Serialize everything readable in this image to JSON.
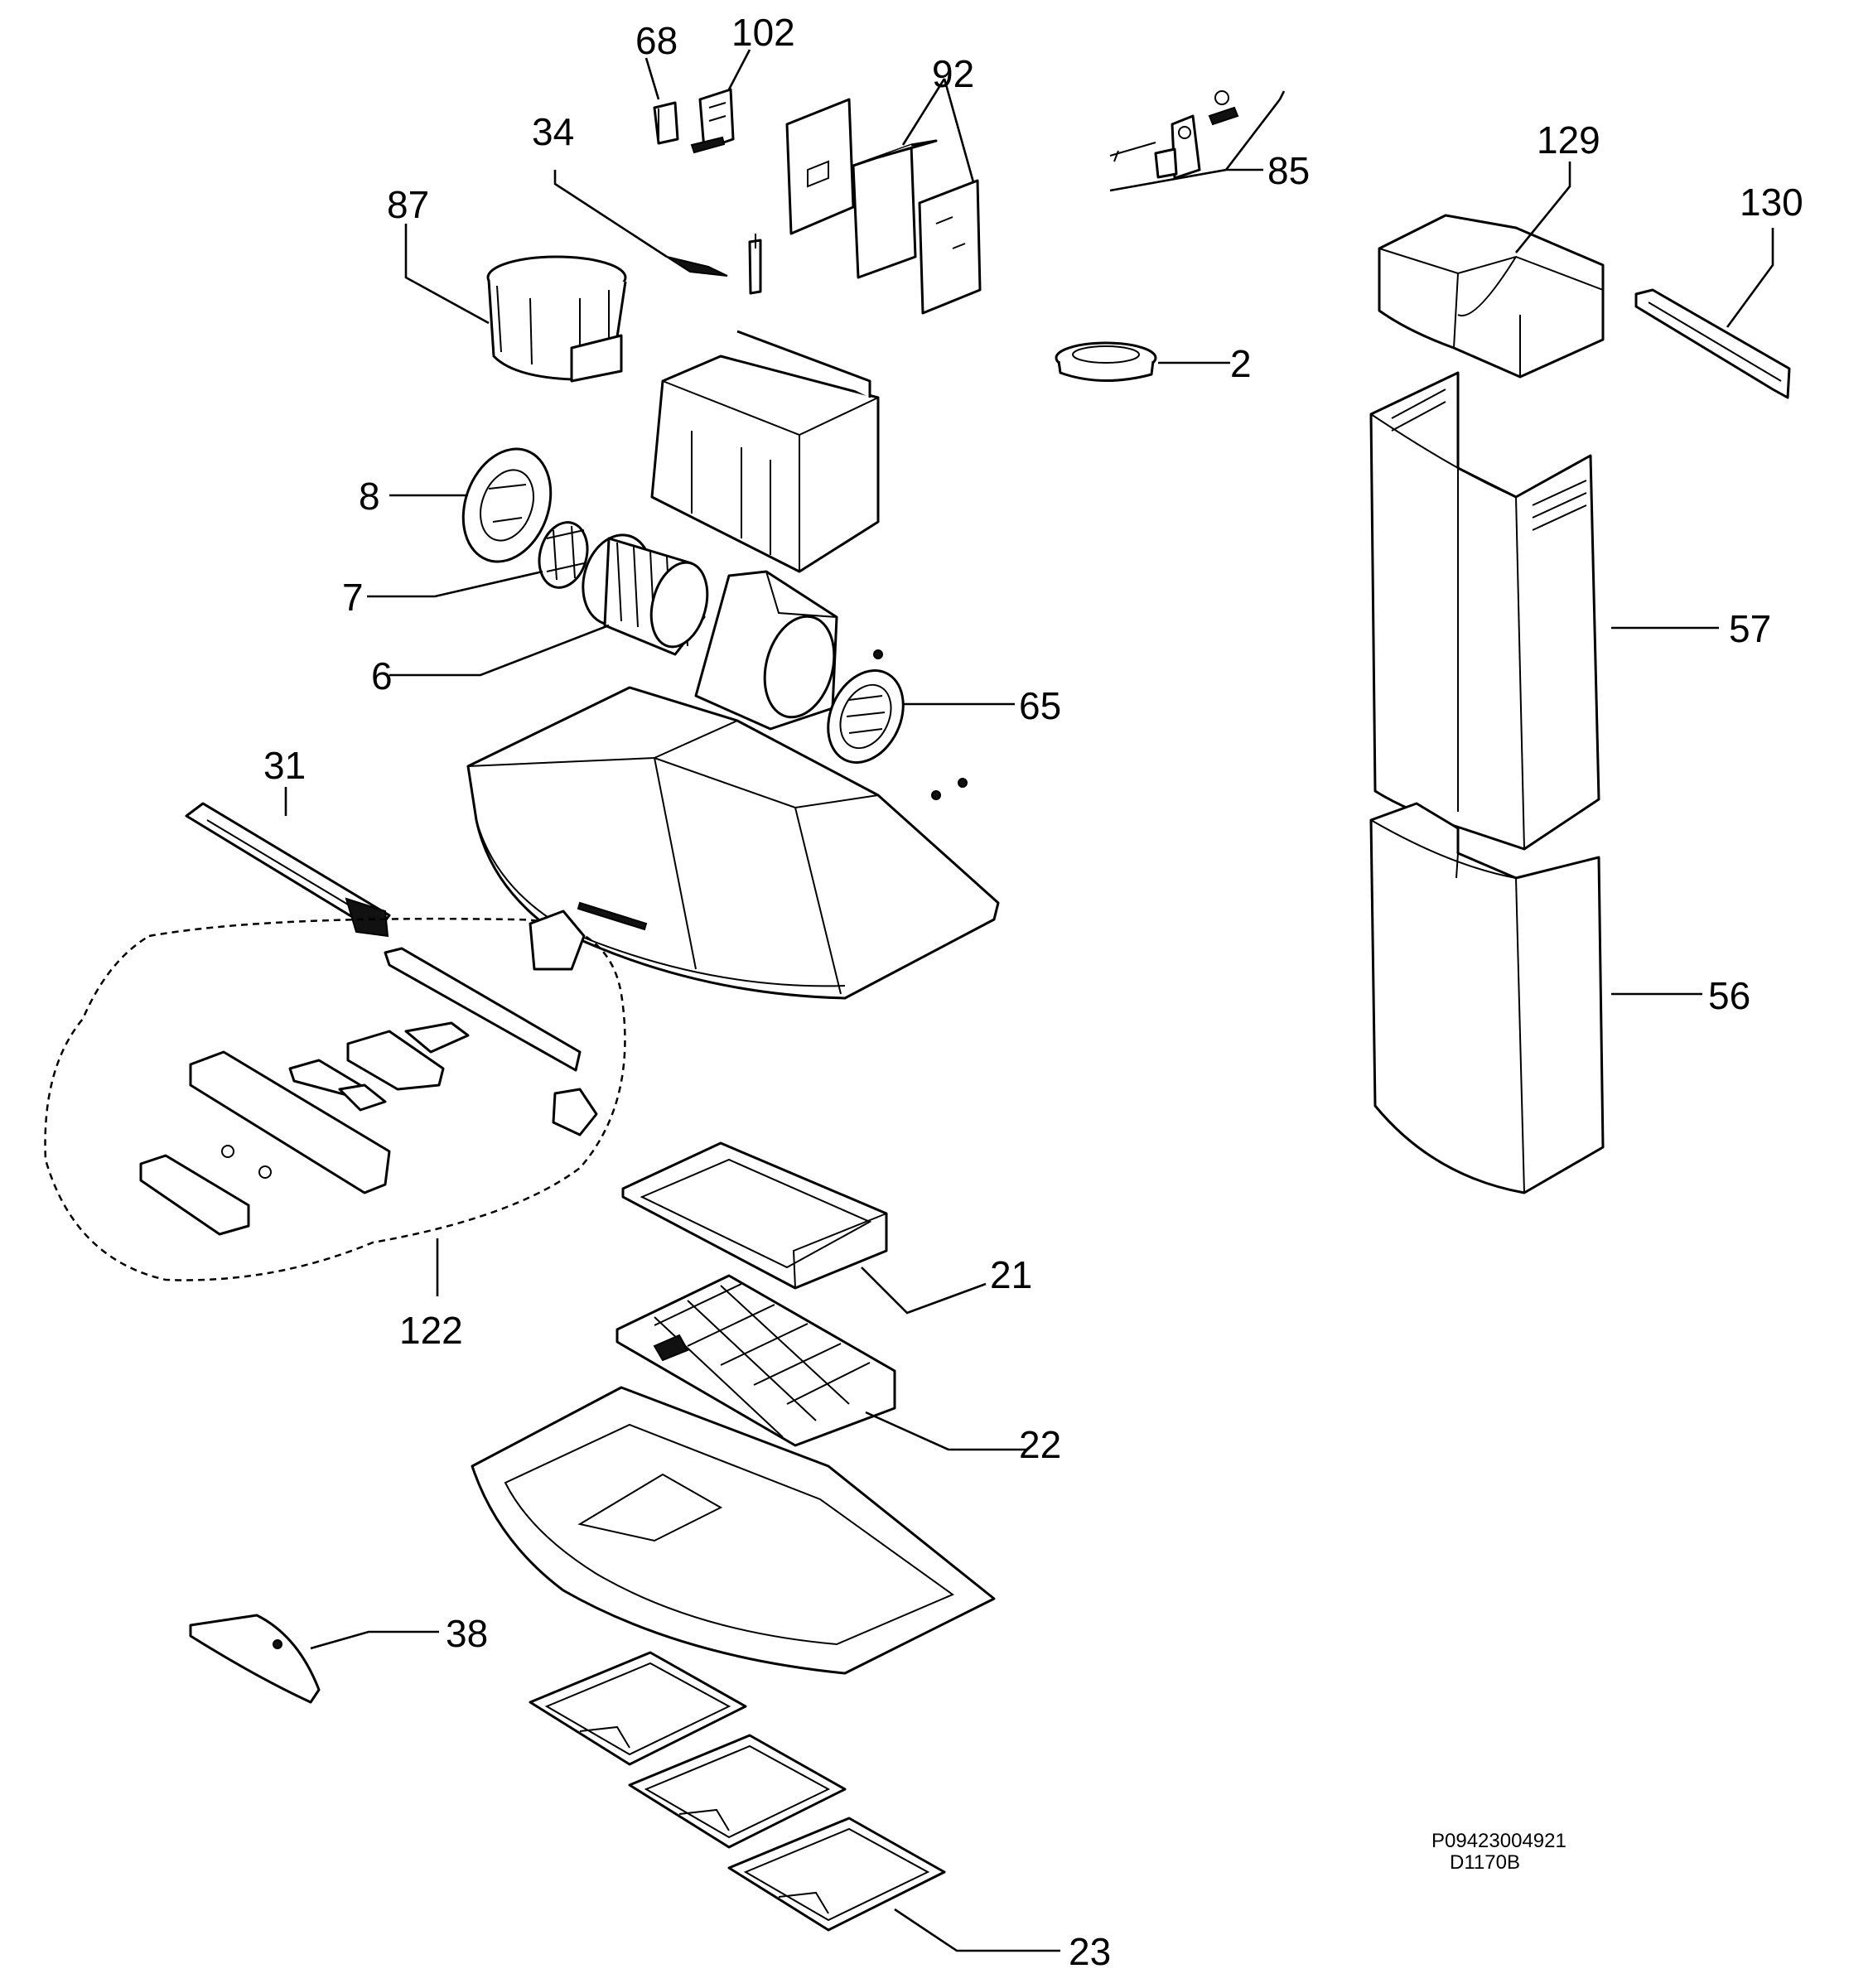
{
  "callouts": [
    "68",
    "102",
    "92",
    "34",
    "87",
    "85",
    "129",
    "130",
    "2",
    "8",
    "7",
    "6",
    "65",
    "57",
    "31",
    "56",
    "122",
    "21",
    "22",
    "38",
    "23"
  ],
  "codes": {
    "line1": "P09423004921",
    "line2": "D1170B"
  }
}
